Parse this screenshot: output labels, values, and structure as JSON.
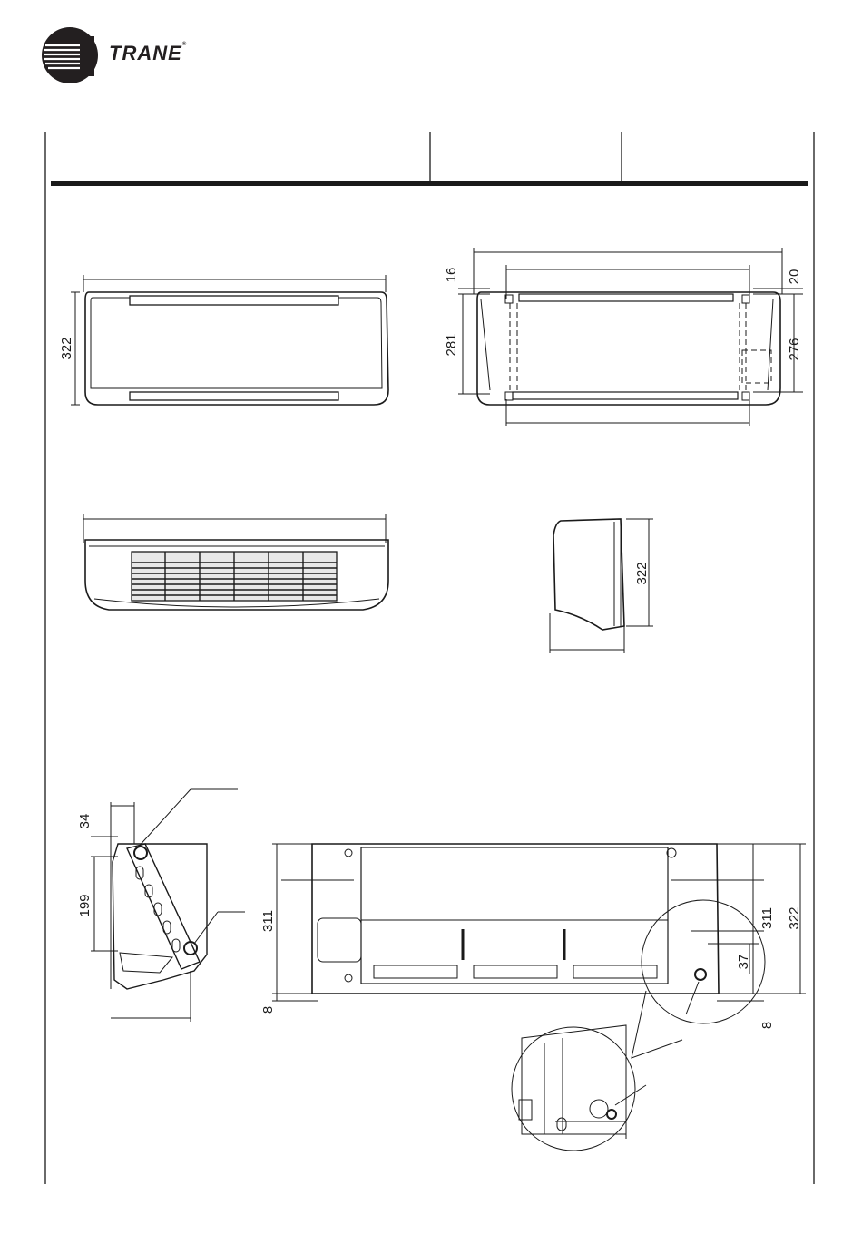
{
  "brand": {
    "name": "TRANE",
    "trademark": "®"
  },
  "dimensions": {
    "front_height": "322",
    "rear_top_offset": "16",
    "rear_left_height": "281",
    "rear_right_top": "20",
    "rear_right_height": "276",
    "side_height": "322",
    "bracket_top": "34",
    "bracket_span": "199",
    "mount_left_height": "311",
    "mount_bottom_left": "8",
    "mount_right_height_inner": "311",
    "mount_right_height_outer": "322",
    "mount_drain_offset": "37",
    "mount_bottom_right": "8"
  },
  "colors": {
    "line": "#1a1a1a",
    "grille_fill": "#2a2a2a"
  }
}
